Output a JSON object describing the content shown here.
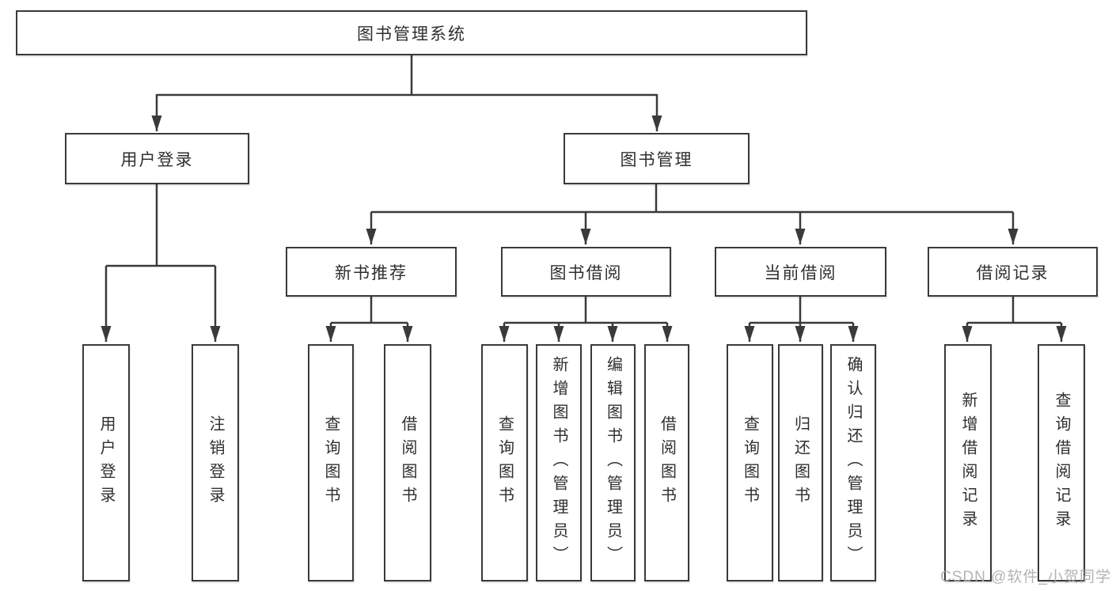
{
  "tree": {
    "label": "图书管理系统",
    "children": [
      {
        "label": "用户登录",
        "children": [
          {
            "label": "用户登录"
          },
          {
            "label": "注销登录"
          }
        ]
      },
      {
        "label": "图书管理",
        "children": [
          {
            "label": "新书推荐",
            "children": [
              {
                "label": "查询图书"
              },
              {
                "label": "借阅图书"
              }
            ]
          },
          {
            "label": "图书借阅",
            "children": [
              {
                "label": "查询图书"
              },
              {
                "label": "新增图书（管理员）"
              },
              {
                "label": "编辑图书（管理员）"
              },
              {
                "label": "借阅图书"
              }
            ]
          },
          {
            "label": "当前借阅",
            "children": [
              {
                "label": "查询图书"
              },
              {
                "label": "归还图书"
              },
              {
                "label": "确认归还（管理员）"
              }
            ]
          },
          {
            "label": "借阅记录",
            "children": [
              {
                "label": "新增借阅记录"
              },
              {
                "label": "查询借阅记录"
              }
            ]
          }
        ]
      }
    ]
  },
  "watermark": {
    "text": "CSDN @软件_小贺同学"
  },
  "colors": {
    "line": "#3a3a3a",
    "background": "#ffffff",
    "text": "#2f2f2f",
    "watermark": "#a8a8a8"
  }
}
